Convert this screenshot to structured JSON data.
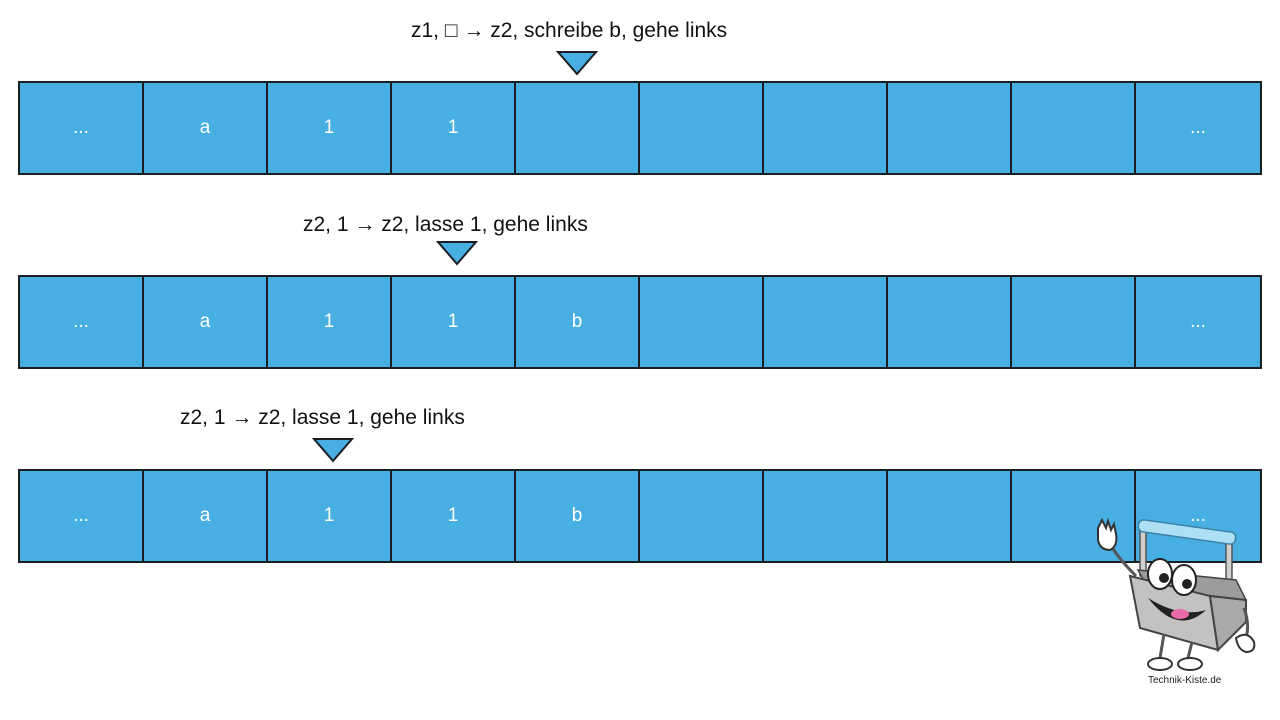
{
  "steps": [
    {
      "caption": "z1, □ → z2, schreibe b, gehe links",
      "cells": [
        "...",
        "a",
        "1",
        "1",
        "",
        "",
        "",
        "",
        "",
        "..."
      ]
    },
    {
      "caption": "z2, 1 → z2, lasse 1, gehe links",
      "cells": [
        "...",
        "a",
        "1",
        "1",
        "b",
        "",
        "",
        "",
        "",
        "..."
      ]
    },
    {
      "caption": "z2, 1 → z2, lasse 1, gehe links",
      "cells": [
        "...",
        "a",
        "1",
        "1",
        "b",
        "",
        "",
        "",
        "",
        "..."
      ]
    }
  ],
  "logo": {
    "text": "Technik-Kiste.de",
    "icon": "toolbox-mascot-icon"
  },
  "colors": {
    "tape_fill": "#47afe2",
    "tape_border": "#1b1f24",
    "head_fill": "#47afe2",
    "cell_text": "#ffffff"
  }
}
